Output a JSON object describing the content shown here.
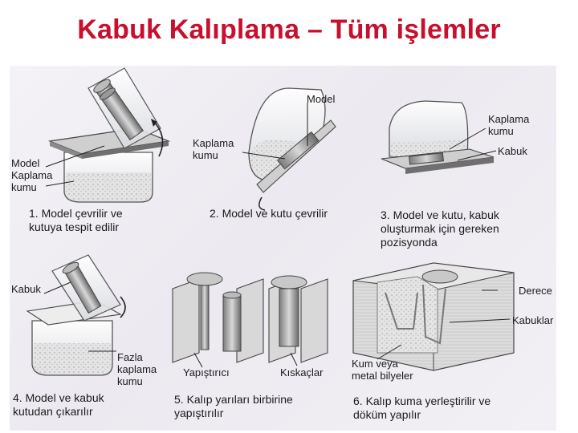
{
  "title": "Kabuk Kalıplama – Tüm işlemler",
  "labels": {
    "model_top": "Model",
    "kaplama_kumu_center": "Kaplama\nkumu",
    "kaplama_kumu_right": "Kaplama\nkumu",
    "kabuk_right": "Kabuk",
    "model_kaplama_kumu": "Model\nKaplama\nkumu",
    "kabuk_left": "Kabuk",
    "fazla_kaplama_kumu": "Fazla\nkaplama\nkumu",
    "yapistirici": "Yapıştırıcı",
    "kiskaclar": "Kıskaçlar",
    "kum_veya": "Kum veya\nmetal bilyeler",
    "derece": "Derece",
    "kabuklar": "Kabuklar"
  },
  "steps": [
    "1. Model çevrilir ve\nkutuya tespit edilir",
    "2. Model ve kutu çevrilir",
    "3. Model ve kutu, kabuk\noluşturmak için gereken\npozisyonda",
    "4. Model ve kabuk\nkutudan çıkarılır",
    "5. Kalıp yarıları birbirine\nyapıştırılır",
    "6. Kalıp kuma yerleştirilir ve\ndöküm yapılır"
  ]
}
